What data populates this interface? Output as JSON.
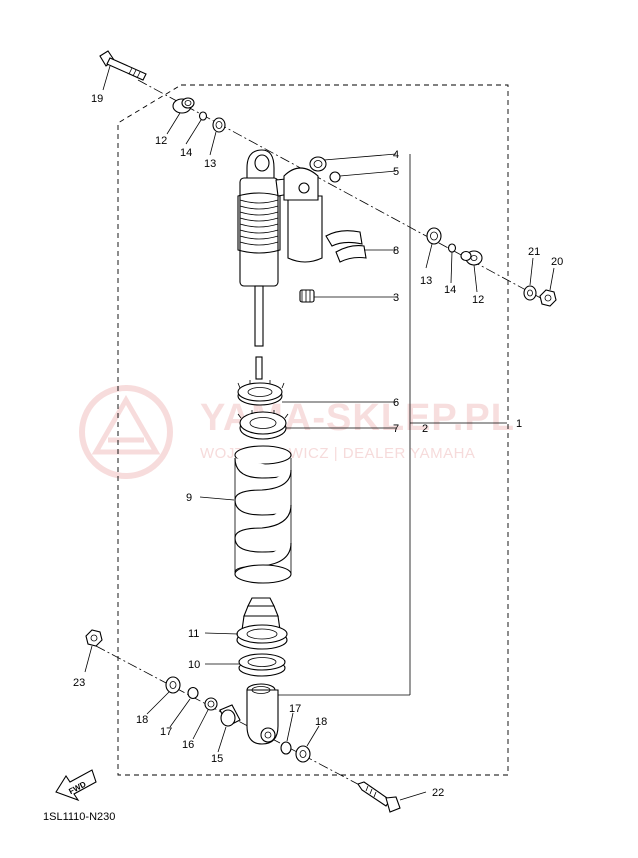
{
  "watermark": {
    "brand": "YAMA-SKLEP.PL",
    "dealer": "WOJTACHOWICZ | DEALER YAMAHA"
  },
  "diagram_code": "1SL1110-N230",
  "fwd_label": "FWD",
  "callouts": {
    "c1": "1",
    "c2": "2",
    "c3": "3",
    "c4": "4",
    "c5": "5",
    "c6": "6",
    "c7": "7",
    "c8": "8",
    "c9": "9",
    "c10": "10",
    "c11": "11",
    "c12a": "12",
    "c12b": "12",
    "c13a": "13",
    "c13b": "13",
    "c14a": "14",
    "c14b": "14",
    "c15": "15",
    "c16": "16",
    "c17a": "17",
    "c17b": "17",
    "c18a": "18",
    "c18b": "18",
    "c19": "19",
    "c20": "20",
    "c21": "21",
    "c22": "22",
    "c23": "23"
  },
  "colors": {
    "line": "#000000",
    "watermark": "#f1c4c4"
  }
}
